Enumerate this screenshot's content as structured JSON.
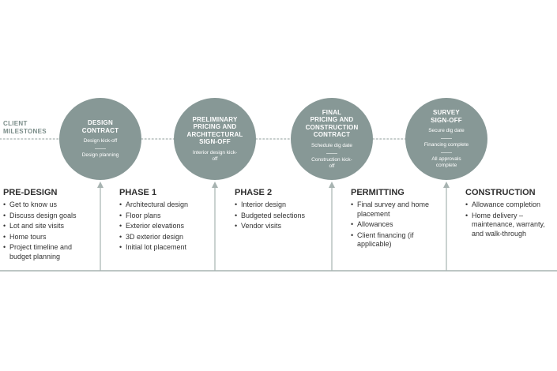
{
  "client_label_line1": "CLIENT",
  "client_label_line2": "MILESTONES",
  "milestones": [
    {
      "title_lines": [
        "DESIGN",
        "CONTRACT"
      ],
      "items": [
        "Design kick-off",
        "Design planning"
      ]
    },
    {
      "title_lines": [
        "PRELIMINARY",
        "PRICING AND",
        "ARCHITECTURAL",
        "SIGN-OFF"
      ],
      "items": [
        "Interior design kick-off"
      ]
    },
    {
      "title_lines": [
        "FINAL",
        "PRICING AND",
        "CONSTRUCTION",
        "CONTRACT"
      ],
      "items": [
        "Schedule dig date",
        "Construction kick-off"
      ]
    },
    {
      "title_lines": [
        "SURVEY",
        "SIGN-OFF"
      ],
      "items": [
        "Secure dig date",
        "Financing complete",
        "All approvals complete"
      ]
    }
  ],
  "phases": [
    {
      "title": "PRE-DESIGN",
      "items": [
        "Get to know us",
        "Discuss design goals",
        "Lot and site visits",
        "Home tours",
        "Project timeline and budget planning"
      ]
    },
    {
      "title": "PHASE 1",
      "items": [
        "Architectural design",
        "Floor plans",
        "Exterior elevations",
        "3D exterior design",
        "Initial lot placement"
      ]
    },
    {
      "title": "PHASE 2",
      "items": [
        "Interior design",
        "Budgeted selections",
        "Vendor visits"
      ]
    },
    {
      "title": "PERMITTING",
      "items": [
        "Final survey and home placement",
        "Allowances",
        "Client financing (if applicable)"
      ]
    },
    {
      "title": "CONSTRUCTION",
      "items": [
        "Allowance completion",
        "Home delivery – maintenance, warranty, and walk-through"
      ]
    }
  ],
  "colors": {
    "circle": "#879896",
    "line": "#a7b3b1",
    "dots": "#b4bdbb",
    "label": "#7a8c88"
  }
}
